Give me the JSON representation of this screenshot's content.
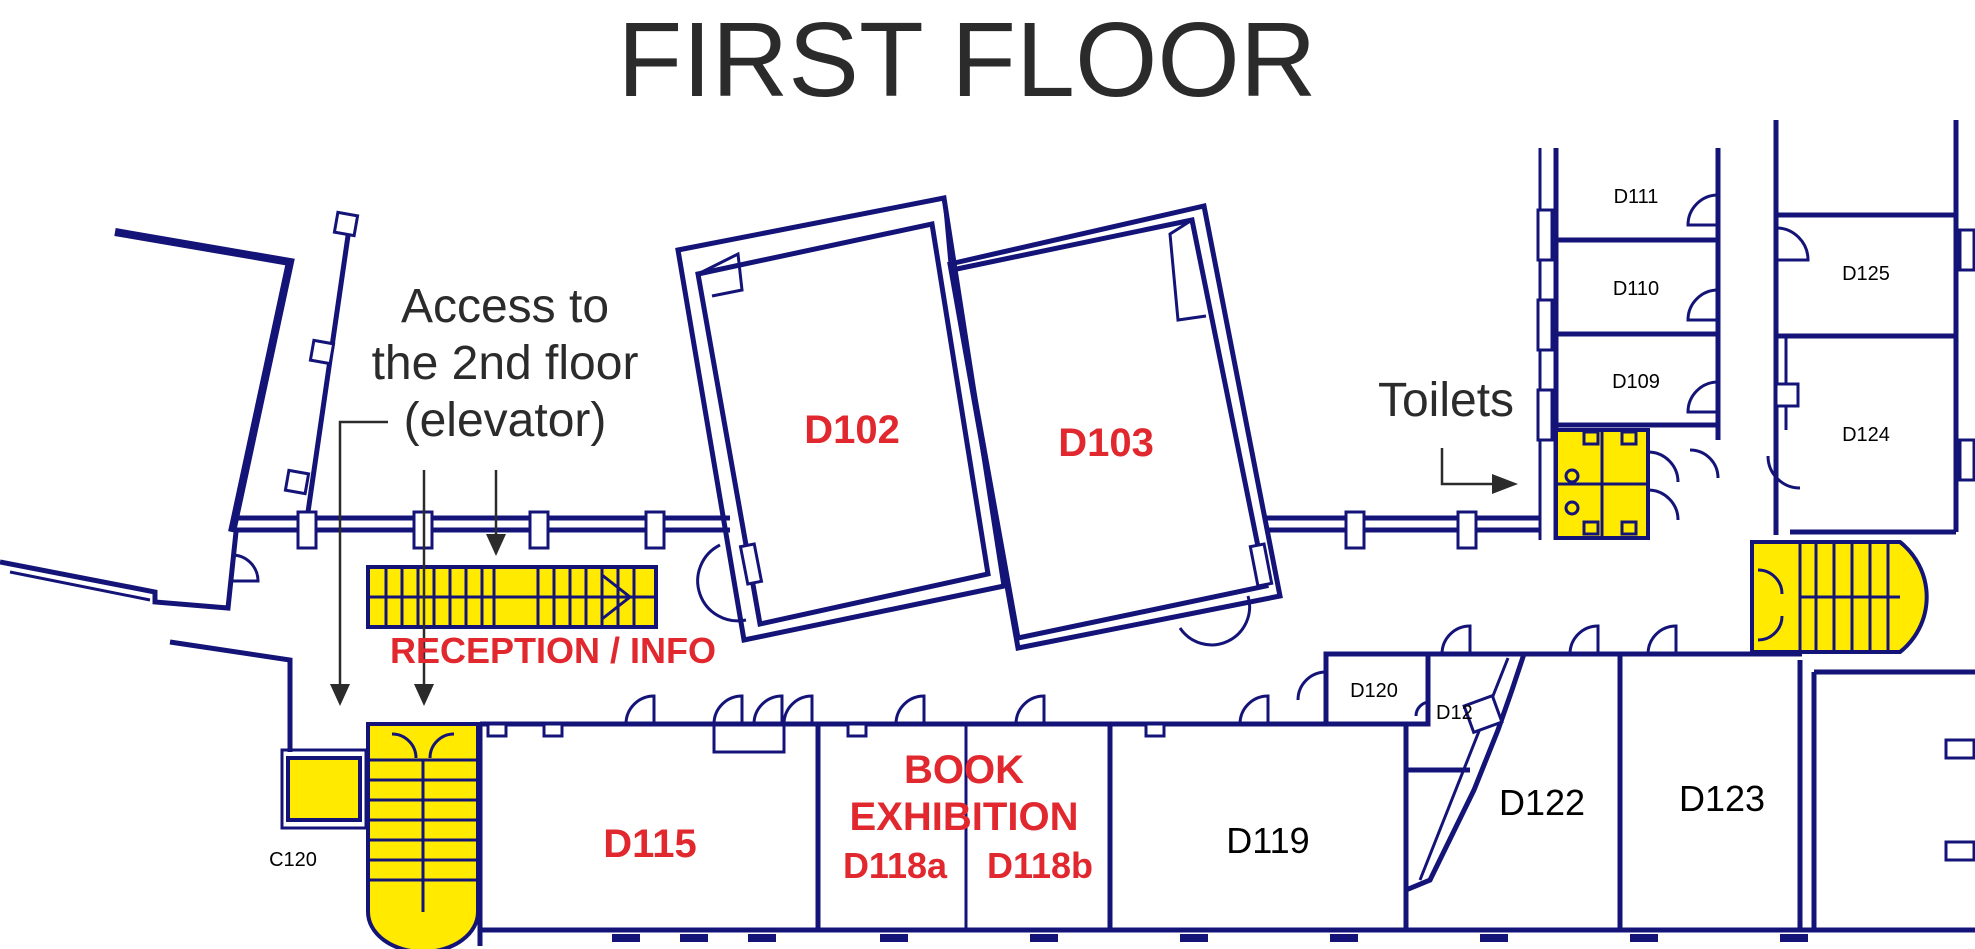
{
  "title": "FIRST FLOOR",
  "callouts": {
    "access_line1": "Access to",
    "access_line2": "the 2nd floor",
    "access_line3": "(elevator)",
    "toilets": "Toilets"
  },
  "labels": {
    "reception": "RECEPTION / INFO",
    "book_line1": "BOOK",
    "book_line2": "EXHIBITION"
  },
  "rooms": {
    "d102": "D102",
    "d103": "D103",
    "d115": "D115",
    "d118a": "D118a",
    "d118b": "D118b",
    "d119": "D119",
    "d122": "D122",
    "d123": "D123",
    "d120": "D120",
    "d121": "D12",
    "c120": "C120",
    "d111": "D111",
    "d110": "D110",
    "d109": "D109",
    "d125": "D125",
    "d124": "D124"
  },
  "colors": {
    "wall": "#141478",
    "stair_fill": "#ffea00",
    "highlight_text": "#e0282e",
    "callout_text": "#2b2b2b"
  }
}
